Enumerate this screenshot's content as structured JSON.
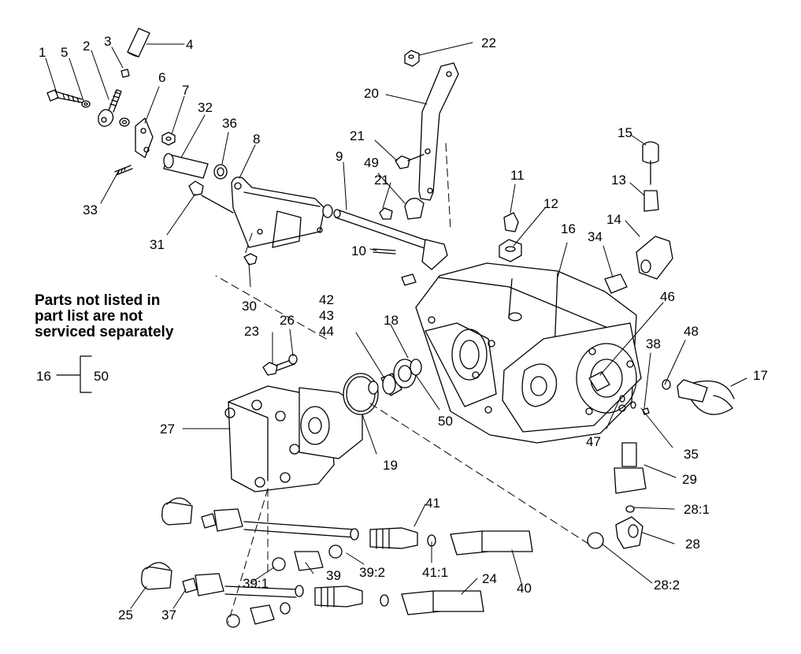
{
  "note": {
    "lines": [
      "Parts not listed in",
      "part list are not",
      "serviced separately"
    ]
  },
  "bracket": {
    "left": "16",
    "right": "50"
  },
  "callouts": [
    {
      "id": "c1",
      "text": "1"
    },
    {
      "id": "c5",
      "text": "5"
    },
    {
      "id": "c2",
      "text": "2"
    },
    {
      "id": "c3",
      "text": "3"
    },
    {
      "id": "c4",
      "text": "4"
    },
    {
      "id": "c6",
      "text": "6"
    },
    {
      "id": "c7",
      "text": "7"
    },
    {
      "id": "c32",
      "text": "32"
    },
    {
      "id": "c36",
      "text": "36"
    },
    {
      "id": "c8",
      "text": "8"
    },
    {
      "id": "c33",
      "text": "33"
    },
    {
      "id": "c31",
      "text": "31"
    },
    {
      "id": "c30",
      "text": "30"
    },
    {
      "id": "c22",
      "text": "22"
    },
    {
      "id": "c20",
      "text": "20"
    },
    {
      "id": "c21a",
      "text": "21"
    },
    {
      "id": "c49",
      "text": "49"
    },
    {
      "id": "c21b",
      "text": "21"
    },
    {
      "id": "c9",
      "text": "9"
    },
    {
      "id": "c10",
      "text": "10"
    },
    {
      "id": "c11",
      "text": "11"
    },
    {
      "id": "c12",
      "text": "12"
    },
    {
      "id": "c16",
      "text": "16"
    },
    {
      "id": "c15",
      "text": "15"
    },
    {
      "id": "c13",
      "text": "13"
    },
    {
      "id": "c14",
      "text": "14"
    },
    {
      "id": "c34",
      "text": "34"
    },
    {
      "id": "c46",
      "text": "46"
    },
    {
      "id": "c42",
      "text": "42"
    },
    {
      "id": "c43",
      "text": "43"
    },
    {
      "id": "c44",
      "text": "44"
    },
    {
      "id": "c18",
      "text": "18"
    },
    {
      "id": "c23",
      "text": "23"
    },
    {
      "id": "c26",
      "text": "26"
    },
    {
      "id": "c38",
      "text": "38"
    },
    {
      "id": "c48",
      "text": "48"
    },
    {
      "id": "c17",
      "text": "17"
    },
    {
      "id": "c50",
      "text": "50"
    },
    {
      "id": "c27",
      "text": "27"
    },
    {
      "id": "c19",
      "text": "19"
    },
    {
      "id": "c47",
      "text": "47"
    },
    {
      "id": "c35",
      "text": "35"
    },
    {
      "id": "c29",
      "text": "29"
    },
    {
      "id": "c28_1",
      "text": "28:1"
    },
    {
      "id": "c41",
      "text": "41"
    },
    {
      "id": "c28",
      "text": "28"
    },
    {
      "id": "c39_2",
      "text": "39:2"
    },
    {
      "id": "c41_1",
      "text": "41:1"
    },
    {
      "id": "c39",
      "text": "39"
    },
    {
      "id": "c39_1",
      "text": "39:1"
    },
    {
      "id": "c40",
      "text": "40"
    },
    {
      "id": "c28_2",
      "text": "28:2"
    },
    {
      "id": "c24",
      "text": "24"
    },
    {
      "id": "c25",
      "text": "25"
    },
    {
      "id": "c37",
      "text": "37"
    }
  ]
}
